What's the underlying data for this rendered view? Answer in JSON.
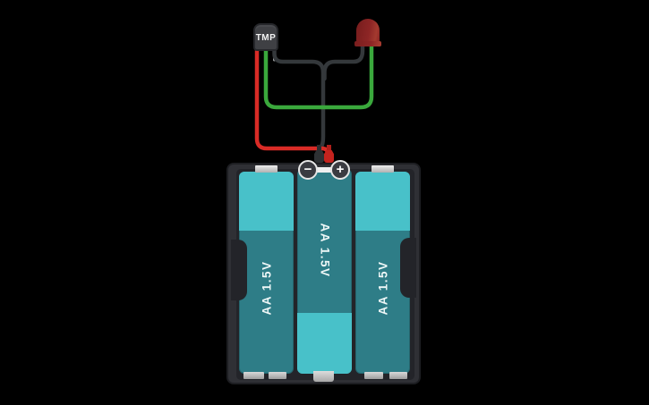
{
  "canvas": {
    "background_color": "#000000"
  },
  "sensor": {
    "label": "TMP",
    "body_color": "#3f4044"
  },
  "led": {
    "color_name": "red",
    "body_color": "#8d2525"
  },
  "battery_pack": {
    "housing_color": "#2f3035",
    "terminal_minus_symbol": "−",
    "terminal_plus_symbol": "+",
    "batteries": [
      {
        "label": "AA 1.5V",
        "orientation": "up"
      },
      {
        "label": "AA 1.5V",
        "orientation": "down"
      },
      {
        "label": "AA 1.5V",
        "orientation": "up"
      }
    ],
    "cell_light_color": "#48c1c9",
    "cell_dark_color": "#2e7d87"
  },
  "wires": [
    {
      "id": "red-power-wire",
      "color": "#d92b26",
      "from": "sensor-left-pin",
      "to": "battery-plus-terminal"
    },
    {
      "id": "green-signal-wire",
      "color": "#3aa83c",
      "from": "sensor-middle-pin",
      "to": "led-right-lead"
    },
    {
      "id": "black-ground-wire",
      "color": "#34383b",
      "from": "sensor-right-pin-and-led-left-lead",
      "to": "battery-minus-terminal"
    },
    {
      "id": "lead-color",
      "color": "#a3a5a8",
      "from": "",
      "to": ""
    }
  ]
}
